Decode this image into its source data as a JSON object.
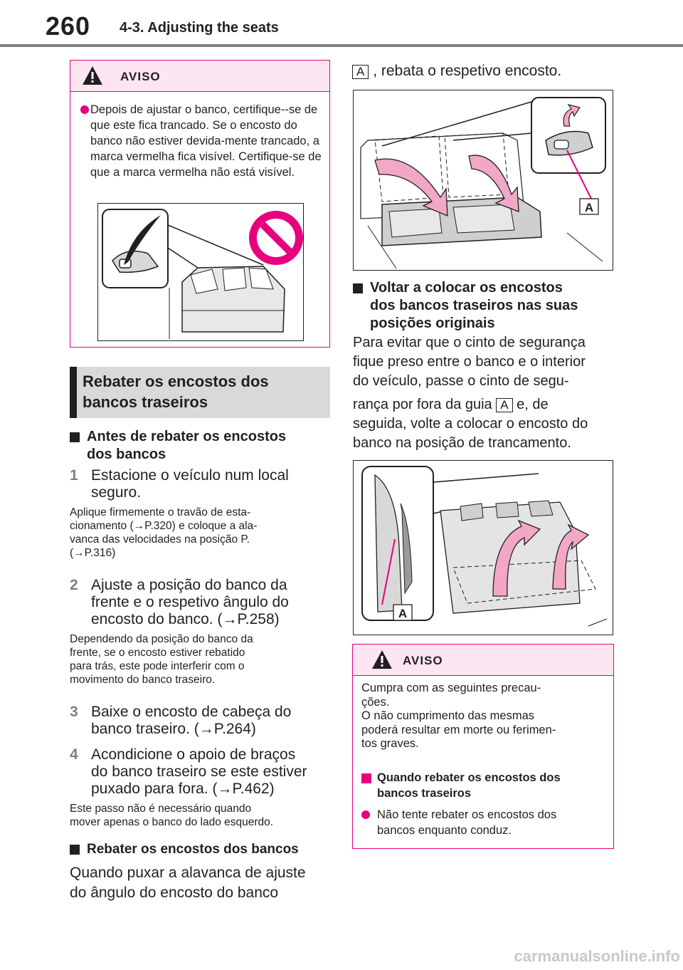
{
  "header": {
    "page_number": "260",
    "chapter": "4-3. Adjusting the seats"
  },
  "warning1": {
    "title": "AVISO",
    "text": "Depois de ajustar o banco, certifique--se de que este fica trancado. Se o encosto do banco não estiver devida-mente trancado, a marca vermelha fica visível. Certifique-se de que a marca vermelha não está visível."
  },
  "section": {
    "title_line1": "Rebater os encostos dos",
    "title_line2": "bancos traseiros"
  },
  "before_folding": {
    "heading_line1": "Antes de rebater os encostos",
    "heading_line2": "dos bancos",
    "steps": [
      {
        "num": "1",
        "line1": "Estacione o veículo num local",
        "line2": "seguro.",
        "line3": "",
        "note": [
          "Aplique firmemente o travão de esta-",
          "cionamento (→P.320) e coloque a ala-",
          "vanca das velocidades na posição P.",
          "(→P.316)"
        ]
      },
      {
        "num": "2",
        "line1": "Ajuste a posição do banco da",
        "line2": "frente e o respetivo ângulo do",
        "line3": "encosto do banco. (→P.258)",
        "note": [
          "Dependendo da posição do banco da",
          "frente, se o encosto estiver rebatido",
          "para trás, este pode interferir com o",
          "movimento do banco traseiro."
        ]
      },
      {
        "num": "3",
        "line1": "Baixe o encosto de cabeça do",
        "line2": "banco traseiro. (→P.264)",
        "line3": "",
        "note": []
      },
      {
        "num": "4",
        "line1": "Acondicione o apoio de braços",
        "line2": "do banco traseiro se este estiver",
        "line3": "puxado para fora. (→P.462)",
        "note": [
          "Este passo não é necessário quando",
          "mover apenas o banco do lado esquerdo."
        ]
      }
    ]
  },
  "folding": {
    "heading": "Rebater os encostos dos bancos",
    "text_line1": "Quando puxar a alavanca de ajuste",
    "text_line2": "do ângulo do encosto do banco",
    "text_cont": ", rebata o respetivo encosto.",
    "label": "A"
  },
  "returning": {
    "heading_line1": "Voltar a colocar os encostos",
    "heading_line2": "dos bancos traseiros nas suas",
    "heading_line3": "posições originais",
    "text_line1": "Para evitar que o cinto de segurança",
    "text_line2": "fique preso entre o banco e o interior",
    "text_line3": "do veículo, passe o cinto de segu-",
    "text_line4a": "rança por fora da guia",
    "text_line4b": "e, de",
    "text_line5": "seguida, volte a colocar o encosto do",
    "text_line6": "banco na posição de trancamento.",
    "label": "A"
  },
  "warning2": {
    "title": "AVISO",
    "intro": [
      "Cumpra com as seguintes precau-",
      "ções.",
      "O não cumprimento das mesmas",
      "poderá resultar em morte ou ferimen-",
      "tos graves."
    ],
    "sub_heading_line1": "Quando rebater os encostos dos",
    "sub_heading_line2": "bancos traseiros",
    "item_line1": "Não tente rebater os encostos dos",
    "item_line2": "bancos enquanto conduz."
  },
  "footer": {
    "watermark": "carmanualsonline.info"
  },
  "colors": {
    "accent": "#e6007e",
    "warning_header_bg": "#fde6f2",
    "section_bg": "#d9d9d9",
    "arrow_fill": "#f2a7c6"
  }
}
